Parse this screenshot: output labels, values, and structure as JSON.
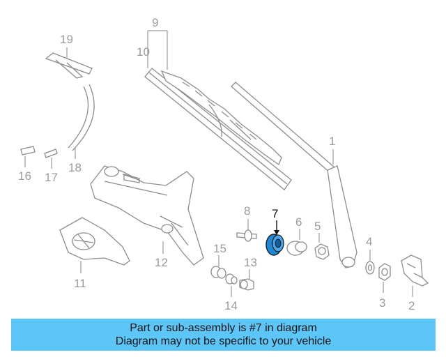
{
  "callouts": {
    "n1": "1",
    "n2": "2",
    "n3": "3",
    "n4": "4",
    "n5": "5",
    "n6": "6",
    "n7": "7",
    "n8": "8",
    "n9": "9",
    "n10": "10",
    "n11": "11",
    "n12": "12",
    "n13": "13",
    "n14": "14",
    "n15": "15",
    "n16": "16",
    "n17": "17",
    "n18": "18",
    "n19": "19"
  },
  "highlight": {
    "part": "7",
    "color": "#1e88d6"
  },
  "banner": {
    "line1": "Part or sub-assembly is #7 in diagram",
    "line2": "Diagram may not be specific to your vehicle",
    "color": "#5bc6f7"
  }
}
